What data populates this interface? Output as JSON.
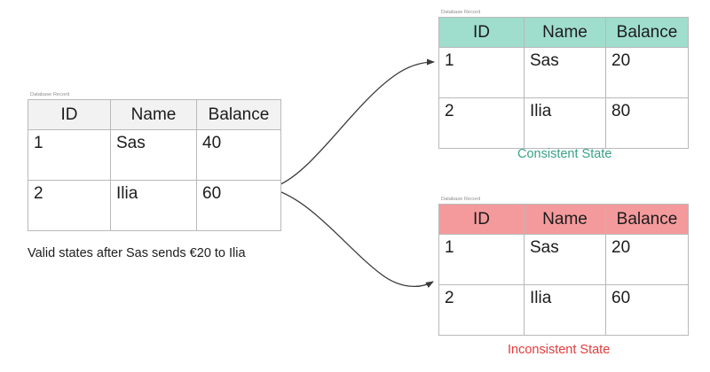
{
  "diagram": {
    "title_text": "Valid states after Sas sends €20 to Ilia",
    "colors": {
      "header_neutral": "#f2f2f2",
      "header_consistent": "#9fddcd",
      "header_inconsistent": "#f59a9c",
      "caption_consistent": "#3aa187",
      "caption_inconsistent": "#e33b3b",
      "border": "#b9b9b9",
      "arrow": "#3a3a3a",
      "background": "#ffffff"
    }
  },
  "source_table": {
    "label": "Database Record",
    "columns": [
      "ID",
      "Name",
      "Balance"
    ],
    "rows": [
      [
        "1",
        "Sas",
        "40"
      ],
      [
        "2",
        "Ilia",
        "60"
      ]
    ],
    "caption": "Valid states after Sas sends €20 to Ilia"
  },
  "consistent_table": {
    "label": "Database Record",
    "columns": [
      "ID",
      "Name",
      "Balance"
    ],
    "rows": [
      [
        "1",
        "Sas",
        "20"
      ],
      [
        "2",
        "Ilia",
        "80"
      ]
    ],
    "caption": "Consistent State"
  },
  "inconsistent_table": {
    "label": "Database Record",
    "columns": [
      "ID",
      "Name",
      "Balance"
    ],
    "rows": [
      [
        "1",
        "Sas",
        "20"
      ],
      [
        "2",
        "Ilia",
        "60"
      ]
    ],
    "caption": "Inconsistent State"
  },
  "arrows": [
    {
      "name": "arrow-to-consistent",
      "from": "source_table",
      "to": "consistent_table"
    },
    {
      "name": "arrow-to-inconsistent",
      "from": "source_table",
      "to": "inconsistent_table"
    }
  ]
}
